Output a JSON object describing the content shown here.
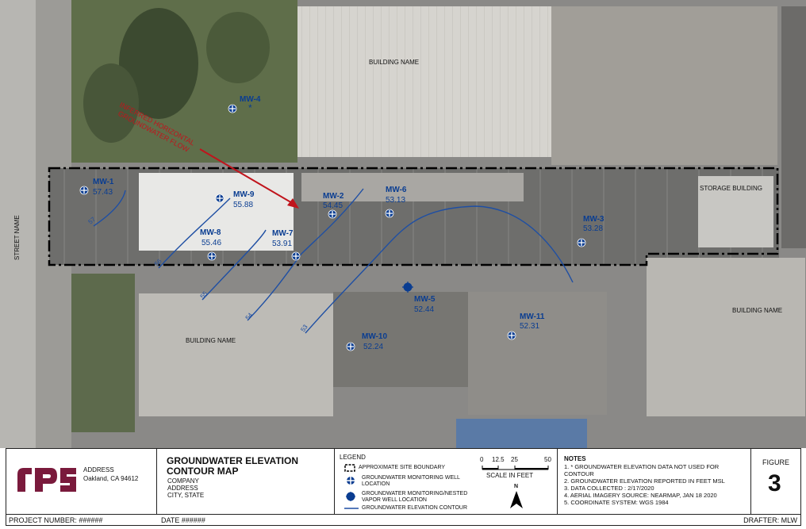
{
  "map": {
    "street_name": "STREET NAME",
    "buildings": {
      "north": "BUILDING NAME",
      "south": "BUILDING NAME",
      "east": "BUILDING NAME",
      "storage": "STORAGE BUILDING"
    },
    "flow_label_line1": "INFERRED HORIZONTAL",
    "flow_label_line2": "GROUNDWATER FLOW",
    "wells": [
      {
        "id": "MW-1",
        "value": "57.43"
      },
      {
        "id": "MW-2",
        "value": "54.45"
      },
      {
        "id": "MW-3",
        "value": "53.28"
      },
      {
        "id": "MW-4",
        "value": "*"
      },
      {
        "id": "MW-5",
        "value": "52.44"
      },
      {
        "id": "MW-6",
        "value": "53.13"
      },
      {
        "id": "MW-7",
        "value": "53.91"
      },
      {
        "id": "MW-8",
        "value": "55.46"
      },
      {
        "id": "MW-9",
        "value": "55.88"
      },
      {
        "id": "MW-10",
        "value": "52.24"
      },
      {
        "id": "MW-11",
        "value": "52.31"
      }
    ],
    "contours": [
      "57",
      "56",
      "55",
      "54",
      "53"
    ]
  },
  "title_block": {
    "company_address": "ADDRESS",
    "company_city": "Oakland, CA 94612",
    "title_line1": "GROUNDWATER ELEVATION",
    "title_line2": "CONTOUR MAP",
    "site_line1": "COMPANY",
    "site_line2": "ADDRESS",
    "site_line3": "CITY, STATE",
    "legend_title": "LEGEND",
    "legend_boundary": "APPROXIMATE SITE BOUNDARY",
    "legend_well_1": "GROUNDWATER MONITORING WELL",
    "legend_well_2": "LOCATION",
    "legend_vapor_1": "GROUNDWATER MONITORING/NESTED",
    "legend_vapor_2": "VAPOR WELL LOCATION",
    "legend_contour": "GROUNDWATER ELEVATION CONTOUR",
    "scale_ticks": [
      "0",
      "12.5",
      "25",
      "50"
    ],
    "scale_label": "SCALE IN FEET",
    "north": "N",
    "notes_title": "NOTES",
    "notes": [
      "1. * GROUNDWATER ELEVATION DATA NOT USED FOR",
      "CONTOUR",
      "2. GROUNDWATER ELEVATION REPORTED IN FEET MSL",
      "3. DATA COLLECTED : 2/17/2020",
      "4. AERIAL IMAGERY SOURCE: NEARMAP, JAN 18 2020",
      "5. COORDINATE SYSTEM: WGS 1984"
    ],
    "figure_label": "FIGURE",
    "figure_number": "3"
  },
  "footer": {
    "project": "PROJECT NUMBER: ######",
    "date": "DATE ######",
    "drafter": "DRAFTER: MLW"
  },
  "colors": {
    "well_blue": "#0a3d91",
    "contour": "#1f4fa3",
    "flow_arrow": "#c0141c",
    "boundary": "#000000",
    "logo": "#7a1a3c"
  }
}
